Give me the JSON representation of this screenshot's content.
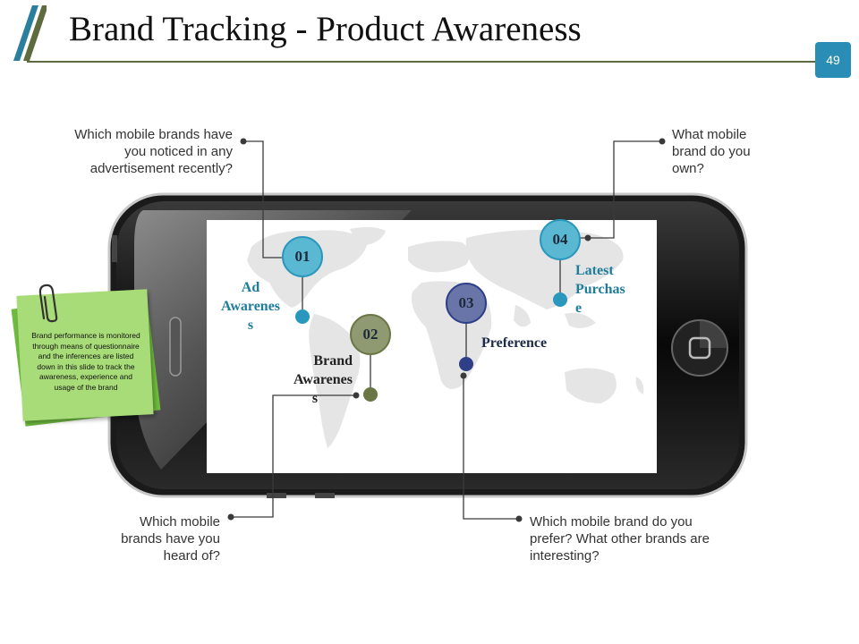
{
  "slide": {
    "title": "Brand Tracking - Product Awareness",
    "page_number": "49"
  },
  "note": {
    "text": "Brand performance is monitored through means of questionnaire and the inferences are listed down in this slide to track the awareness, experience and usage of the brand"
  },
  "stages": [
    {
      "number": "01",
      "label_lines": [
        "Ad",
        "Awarenes",
        "s"
      ],
      "question": "Which mobile brands have you noticed in any advertisement recently?",
      "color": "#5ab8d2",
      "dot_color": "#2a97bd",
      "label_color": "#1f7d9c"
    },
    {
      "number": "02",
      "label_lines": [
        "Brand",
        "Awarenes",
        "s"
      ],
      "question": "Which mobile brands have you heard of?",
      "color": "#8f9a72",
      "dot_color": "#6b7645",
      "label_color": "#222222"
    },
    {
      "number": "03",
      "label_lines": [
        "Preference"
      ],
      "question": "Which mobile brand do you prefer? What other brands are interesting?",
      "color": "#6975a8",
      "dot_color": "#2e3f87",
      "label_color": "#1e2a4a"
    },
    {
      "number": "04",
      "label_lines": [
        "Latest",
        "Purchas",
        "e"
      ],
      "question": "What mobile brand do you own?",
      "color": "#5ab8d2",
      "dot_color": "#2a97bd",
      "label_color": "#1f7d9c"
    }
  ],
  "icons": [
    "paperclip-icon",
    "home-button-icon",
    "world-map"
  ]
}
